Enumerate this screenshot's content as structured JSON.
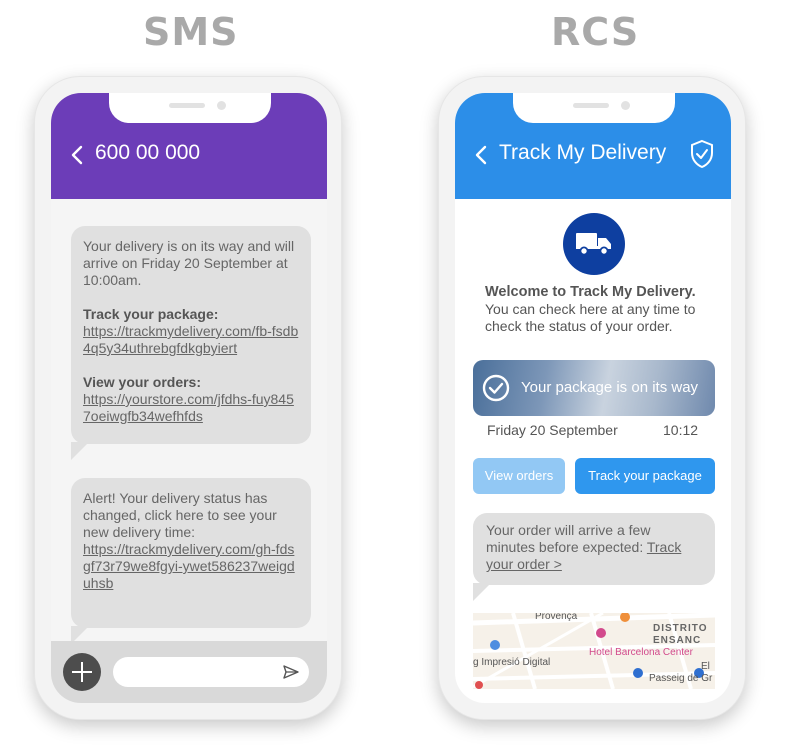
{
  "headings": {
    "sms": "SMS",
    "rcs": "RCS"
  },
  "colors": {
    "sms_header": "#6c3db8",
    "rcs_header": "#2c8ee8",
    "truck_circle": "#0e3fa0",
    "button_primary": "#2f97ee",
    "button_secondary": "#92c8f4"
  },
  "sms": {
    "header": {
      "back_icon": "chevron-left-icon",
      "title": "600 00 000"
    },
    "bubble1": {
      "intro": "Your delivery is on its way and will arrive on Friday 20 September at 10:00am.",
      "track_label": "Track your package:",
      "track_link": "https://trackmydelivery.com/fb-fsdb4q5y34uthrebgfdkgbyiert",
      "orders_label": "View your orders:",
      "orders_link": "https://yourstore.com/jfdhs-fuy8457oeiwgfb34wefhfds"
    },
    "bubble2": {
      "text": "Alert! Your delivery status has changed, click here to see your new delivery time:",
      "link": "https://trackmydelivery.com/gh-fdsgf73r79we8fgyi-ywet586237weigduhsb"
    },
    "input": {
      "add_icon": "plus-icon",
      "send_icon": "send-icon"
    }
  },
  "rcs": {
    "header": {
      "back_icon": "chevron-left-icon",
      "title": "Track My Delivery",
      "verified_icon": "shield-check-icon"
    },
    "welcome": {
      "title": "Welcome to Track My Delivery.",
      "body": "You can check here at any time to check the status of your order."
    },
    "status": {
      "text": "Your package is on its way",
      "date": "Friday 20 September",
      "time": "10:12"
    },
    "buttons": {
      "view_orders": "View orders",
      "track_package": "Track your package"
    },
    "bubble": {
      "text": "Your order will arrive a few minutes before expected:",
      "link": "Track your order >"
    },
    "map": {
      "labels": {
        "provenca": "Provença",
        "distrito": "DISTRITO",
        "ensanche": "ENSANC",
        "impresio": "g Impresió Digital",
        "hotel": "Hotel Barcelona Center",
        "el": "El",
        "passeig": "Passeig de Gr"
      }
    }
  }
}
